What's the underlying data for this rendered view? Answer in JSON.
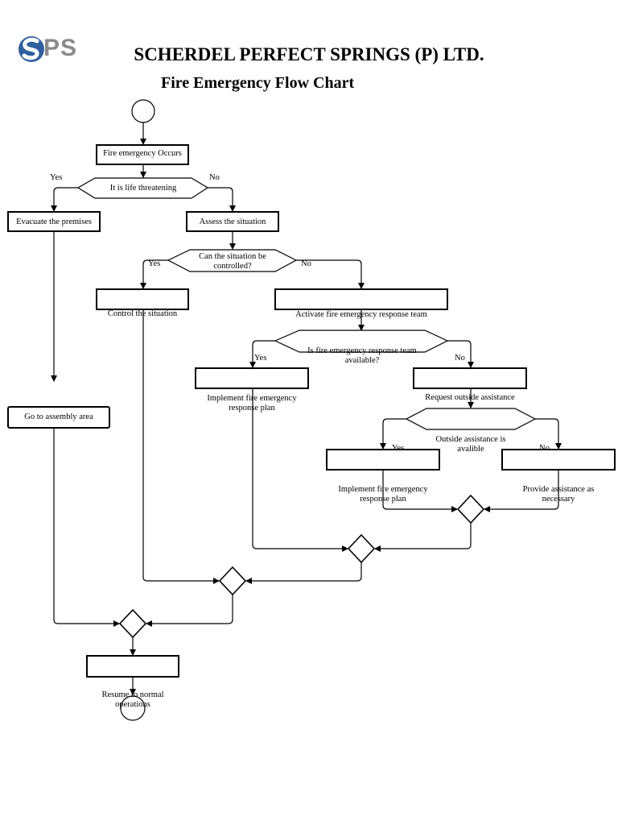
{
  "header": {
    "logo_text": "PS",
    "logo_name": "SPS logo",
    "company": "SCHERDEL PERFECT SPRINGS (P) LTD.",
    "title": "Fire Emergency Flow Chart"
  },
  "nodes": {
    "fire_occurs": "Fire emergency Occurs",
    "life_threatening": "It is life threatening",
    "evacuate": "Evacuate the premises",
    "assess": "Assess the situation",
    "can_control": "Can the situation be controlled?",
    "control": "Control the situation",
    "activate_team": "Activate fire emergency response team",
    "team_available": "Is fire emergency response team available?",
    "implement_plan_1": "Implement fire emergency response plan",
    "request_outside": "Request outside assistance",
    "outside_available": "Outside assistance is avalible",
    "implement_plan_2": "Implement fire emergency response plan",
    "provide_assistance": "Provide assistance as necessary",
    "assembly": "Go to assembly area",
    "resume": "Resume to normal operations"
  },
  "branches": {
    "yes": "Yes",
    "no": "No"
  },
  "colors": {
    "logo_blue": "#2f5f9f",
    "logo_gray": "#8a8a8a",
    "line": "#000000"
  }
}
